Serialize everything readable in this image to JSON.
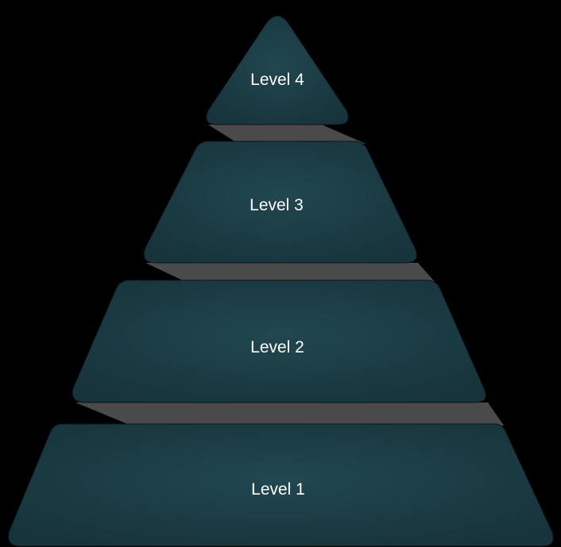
{
  "diagram": {
    "type": "pyramid",
    "level_count": 4,
    "colors": {
      "background": "#000000",
      "level_fill_center": "#214750",
      "level_fill_edge": "#17333b",
      "connector_shadow": "#4a4a4a",
      "label_text": "#ffffff"
    },
    "levels": [
      {
        "id": "level-4",
        "label": "Level 4"
      },
      {
        "id": "level-3",
        "label": "Level 3"
      },
      {
        "id": "level-2",
        "label": "Level 2"
      },
      {
        "id": "level-1",
        "label": "Level 1"
      }
    ]
  }
}
